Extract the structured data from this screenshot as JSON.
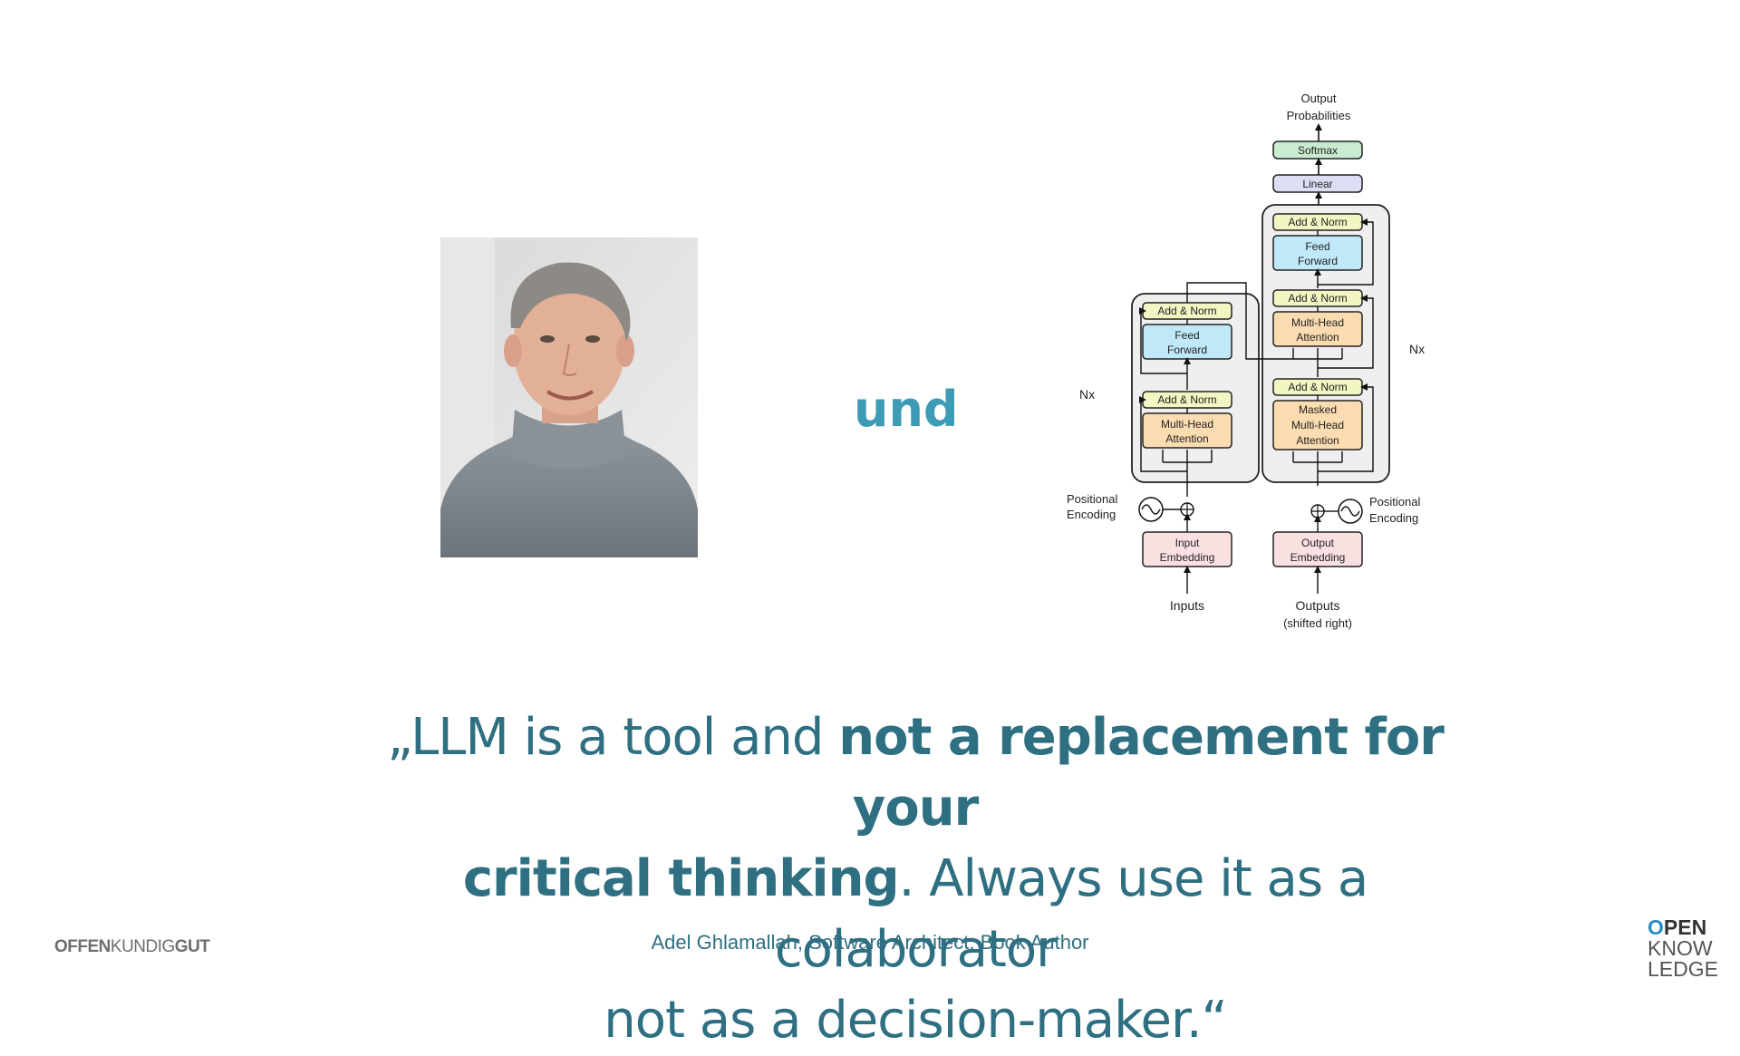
{
  "connector": "und",
  "diagram": {
    "output_probabilities": [
      "Output",
      "Probabilities"
    ],
    "softmax": "Softmax",
    "linear": "Linear",
    "add_norm": "Add & Norm",
    "feed_forward": [
      "Feed",
      "Forward"
    ],
    "multi_head_attention": [
      "Multi-Head",
      "Attention"
    ],
    "masked_multi_head_attention": [
      "Masked",
      "Multi-Head",
      "Attention"
    ],
    "nx": "Nx",
    "positional_encoding": [
      "Positional",
      "Encoding"
    ],
    "input_embedding": [
      "Input",
      "Embedding"
    ],
    "output_embedding": [
      "Output",
      "Embedding"
    ],
    "inputs": "Inputs",
    "outputs": [
      "Outputs",
      "(shifted right)"
    ],
    "colors": {
      "add_norm": "#f3f6c3",
      "feed_forward": "#bfe8f8",
      "attention": "#fbdcb0",
      "embedding": "#fbe0e2",
      "softmax": "#c9ecd0",
      "linear": "#dcdff3",
      "block": "#efefef"
    }
  },
  "quote": {
    "open": "„LLM is a tool and ",
    "bold1": "not a replacement for your",
    "bold2": "critical thinking",
    "rest": ". Always use it as a colaborator",
    "line3": "not as a decision-maker.“"
  },
  "attribution": "Adel Ghlamallah, Software Architect, Book Author",
  "brand_left": {
    "a": "OFFEN",
    "b": "KUNDIG",
    "c": "GUT"
  },
  "brand_right": {
    "o": "O",
    "pen": "PEN",
    "know": "KNOW",
    "ledge": "LEDGE"
  },
  "theme": {
    "accent": "#3e9bb6",
    "text": "#2f6f82"
  }
}
